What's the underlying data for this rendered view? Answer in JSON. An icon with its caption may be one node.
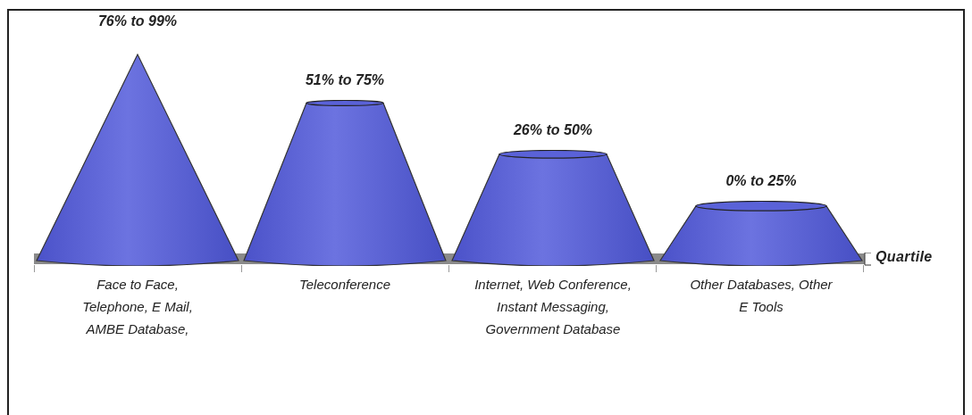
{
  "diagram": {
    "nodes": [
      {
        "text": [
          "76% to 99%"
        ],
        "beside": [
          "Face to Face, Telephone, E Mail, AMBE Database,"
        ]
      },
      {
        "text": [
          "51% to 75%"
        ],
        "beside": [
          "Teleconference"
        ]
      },
      {
        "text": [
          "26% to 50%"
        ],
        "beside": [
          "Internet, Web Conference, Instant Messaging, Government Database"
        ]
      },
      {
        "text": [
          "0% to 25%"
        ],
        "beside": [
          "Other Databases, Other E Tools"
        ]
      }
    ],
    "edges": [],
    "labels": [
      "Quartile"
    ]
  }
}
